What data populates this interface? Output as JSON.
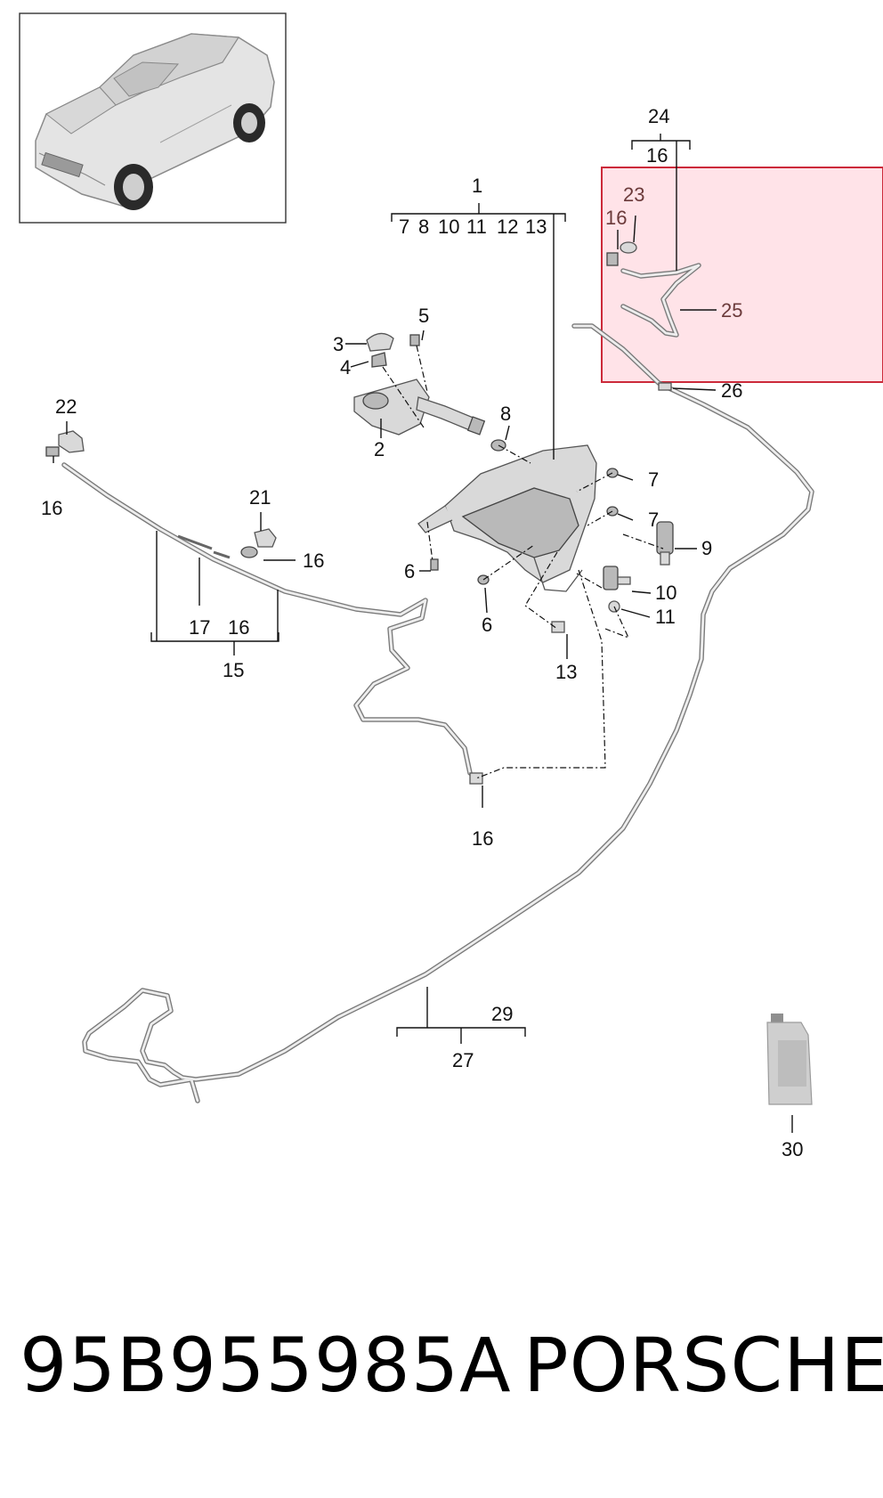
{
  "diagram": {
    "part_labels": {
      "p1": "1",
      "p2": "2",
      "p3": "3",
      "p4": "4",
      "p5": "5",
      "p6a": "6",
      "p6b": "6",
      "p7a": "7",
      "p7b": "7",
      "p8": "8",
      "p9": "9",
      "p10": "10",
      "p11": "11",
      "p13": "13",
      "p15": "15",
      "p16_left": "16",
      "p16_wand": "16",
      "p16_group15": "16",
      "p16_bottom": "16",
      "p17": "17",
      "p21": "21",
      "p22": "22",
      "p24": "24",
      "p16_group24": "16",
      "p23": "23",
      "p16_highlight": "16",
      "p25": "25",
      "p26": "26",
      "p27": "27",
      "p29": "29",
      "p30": "30"
    },
    "group1_members": [
      "7",
      "8",
      "10",
      "11",
      "12",
      "13"
    ],
    "highlight_color": "#ffe3e8",
    "highlight_border": "#cc2a3a"
  },
  "footer": {
    "part_number": "95B955985A",
    "brand": "PORSCHE"
  }
}
